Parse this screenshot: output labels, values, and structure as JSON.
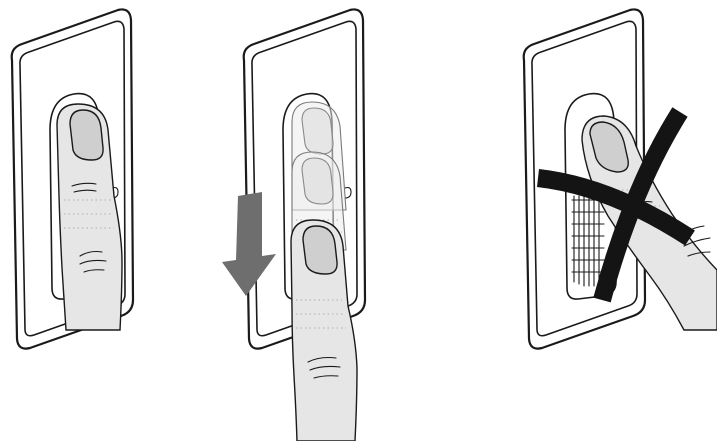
{
  "figure": {
    "panels": [
      {
        "key": "correct-placement",
        "arrow": false,
        "cross": false
      },
      {
        "key": "correct-swipe",
        "arrow": true,
        "cross": false
      },
      {
        "key": "incorrect-angle",
        "arrow": false,
        "cross": true
      }
    ],
    "colors": {
      "outline": "#1a1a1a",
      "skin": "#e6e6e6",
      "nail": "#cfcfcf",
      "arrow": "#6e6e6e",
      "cross": "#141414"
    },
    "icons": [
      "down-arrow-icon",
      "x-mark-icon"
    ]
  }
}
